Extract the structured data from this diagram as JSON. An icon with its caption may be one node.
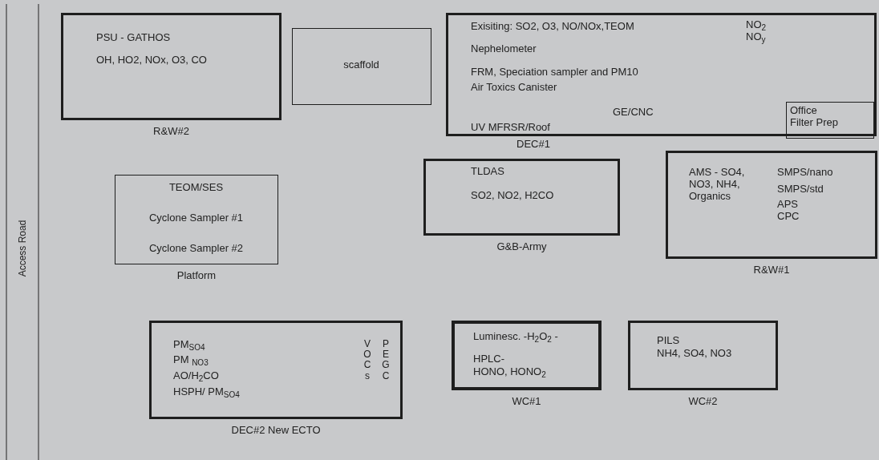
{
  "diagram": {
    "nodes": [
      {
        "text": [
          "PSU - GATHOS",
          "OH, HO2, NOx, O3, CO"
        ],
        "beside": [
          "R&W#2"
        ]
      },
      {
        "text": [
          "scaffold"
        ]
      },
      {
        "text": [
          "Exisiting: SO2, O3, NO/NOx,TEOM",
          "NO$_{2}$",
          "NO$_{y}$",
          "Nephelometer",
          "FRM, Speciation sampler and PM10",
          "Air Toxics Canister",
          "GE/CNC",
          "UV MFRSR/Roof"
        ],
        "beside": [
          "DEC#1"
        ]
      },
      {
        "text": [
          "Office",
          "Filter Prep"
        ],
        "in": 2
      },
      {
        "text": [
          "TEOM/SES",
          "Cyclone Sampler #1",
          "Cyclone Sampler #2"
        ],
        "beside": [
          "Platform"
        ]
      },
      {
        "text": [
          "TLDAS",
          "SO2, NO2, H2CO"
        ],
        "beside": [
          "G&B-Army"
        ]
      },
      {
        "text": [
          "AMS - SO4, NO3, NH4, Organics",
          "SMPS/nano",
          "SMPS/std",
          "APS",
          "CPC"
        ],
        "beside": [
          "R&W#1"
        ]
      },
      {
        "text": [
          "PM$_{SO4}$",
          "PM $_{NO3}$",
          "AO/H$_{2}$CO",
          "HSPH/ PM$_{SO4}$",
          "VOCs",
          "PEGC"
        ],
        "beside": [
          "DEC#2 New ECTO"
        ]
      },
      {
        "text": [
          "Luminesc. -H$_{2}$O$_{2}$ -",
          "HPLC-",
          "HONO, HONO$_{2}$"
        ],
        "beside": [
          "WC#1"
        ]
      },
      {
        "text": [
          "PILS",
          "NH4, SO4, NO3"
        ],
        "beside": [
          "WC#2"
        ]
      }
    ],
    "labels": [
      "Access Road"
    ]
  }
}
